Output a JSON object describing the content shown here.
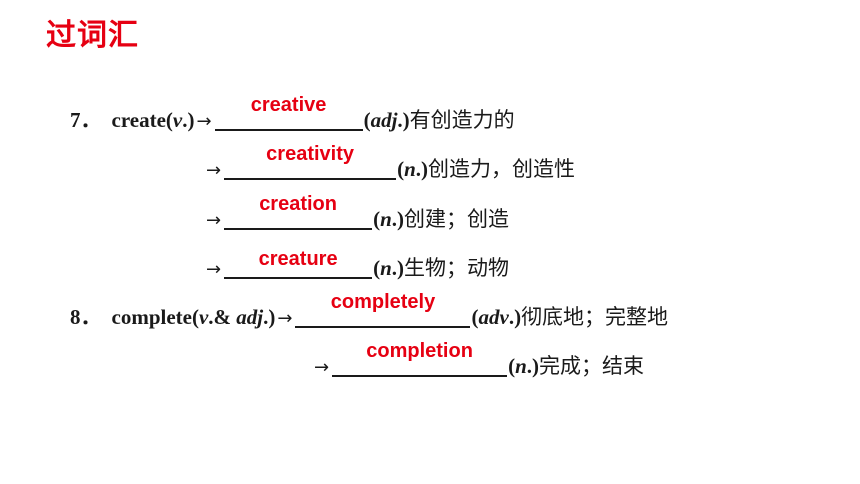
{
  "header": {
    "title": "过词汇"
  },
  "items": [
    {
      "number": "7．",
      "word": "create",
      "pos_open": "(",
      "pos": "v",
      "pos_close": ".)",
      "arrow": "→",
      "answer": "creative",
      "tail_open": "(",
      "tail_pos": "adj",
      "tail_close": ".)",
      "meaning": "有创造力的"
    },
    {
      "arrow": "→",
      "answer": "creativity",
      "tail_open": "(",
      "tail_pos": "n",
      "tail_close": ".)",
      "meaning": "创造力，创造性"
    },
    {
      "arrow": "→",
      "answer": "creation",
      "tail_open": "(",
      "tail_pos": "n",
      "tail_close": ".)",
      "meaning": "创建；创造"
    },
    {
      "arrow": "→",
      "answer": "creature",
      "tail_open": "(",
      "tail_pos": "n",
      "tail_close": ".)",
      "meaning": "生物；动物"
    },
    {
      "number": "8．",
      "word": "complete",
      "pos_open": "(",
      "pos": "v",
      "pos_mid": ".& ",
      "pos2": "adj",
      "pos_close": ".)",
      "arrow": "→",
      "answer": "completely",
      "tail_open": "(",
      "tail_pos": "adv",
      "tail_close": ".)",
      "meaning": "彻底地；完整地"
    },
    {
      "arrow": "→",
      "answer": "completion",
      "tail_open": "(",
      "tail_pos": "n",
      "tail_close": ".)",
      "meaning": "完成；结束"
    }
  ],
  "colors": {
    "accent": "#e60012",
    "text": "#1a1a1a"
  }
}
